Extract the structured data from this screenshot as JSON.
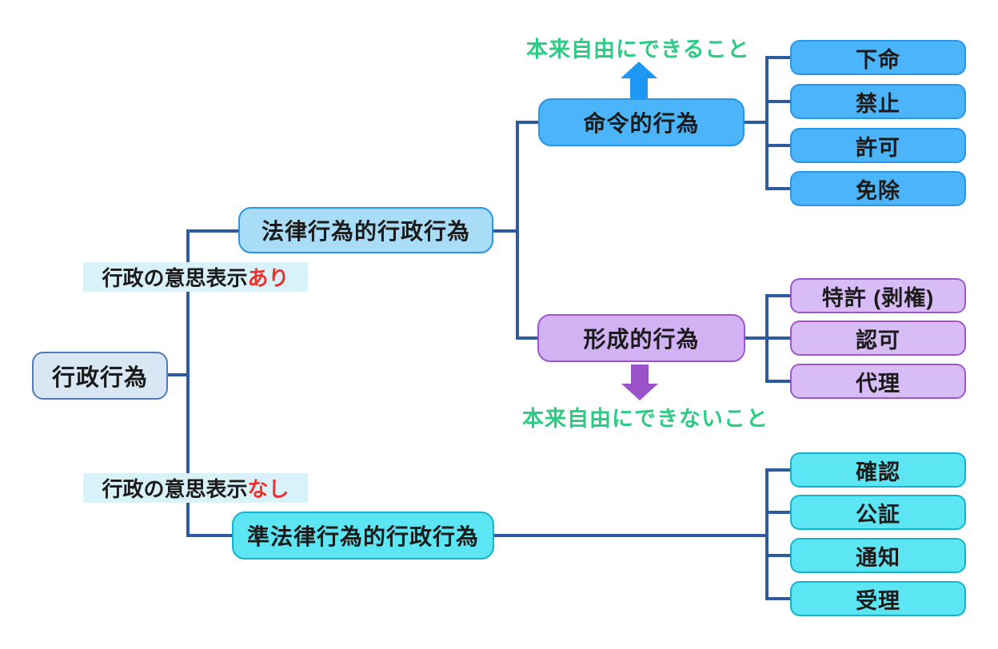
{
  "diagram": {
    "root": {
      "label": "行政行為"
    },
    "branch_conditions": {
      "with_intent": {
        "prefix": "行政の意思表示",
        "suffix": "あり"
      },
      "without_intent": {
        "prefix": "行政の意思表示",
        "suffix": "なし"
      }
    },
    "level2": {
      "legal_act": {
        "label": "法律行為的行政行為"
      },
      "quasi_legal_act": {
        "label": "準法律行為的行政行為"
      }
    },
    "level3": {
      "imperative_act": {
        "label": "命令的行為"
      },
      "formative_act": {
        "label": "形成的行為"
      }
    },
    "annotations": {
      "originally_free": "本来自由にできること",
      "originally_not_free": "本来自由にできないこと"
    },
    "children": {
      "imperative": [
        "下命",
        "禁止",
        "許可",
        "免除"
      ],
      "formative": [
        "特許 (剥権)",
        "認可",
        "代理"
      ],
      "quasi_legal": [
        "確認",
        "公証",
        "通知",
        "受理"
      ]
    },
    "colors": {
      "connector": "#2e5aa0",
      "root_fill": "#d9e7f5",
      "root_border": "#4d7cc0",
      "light_blue_fill": "#a9dcf7",
      "blue_fill": "#4cb4f8",
      "blue_border": "#2596ec",
      "purple_fill": "#d2b2f2",
      "purple_border": "#a055d0",
      "cyan_fill": "#5ce5f2",
      "cyan_border": "#16b2cc",
      "annotation_green": "#2ecb85",
      "condition_red": "#e53430",
      "condition_bg": "#d9f2fa",
      "up_arrow_blue": "#1e97f5",
      "down_arrow_purple": "#9b52c8"
    }
  }
}
